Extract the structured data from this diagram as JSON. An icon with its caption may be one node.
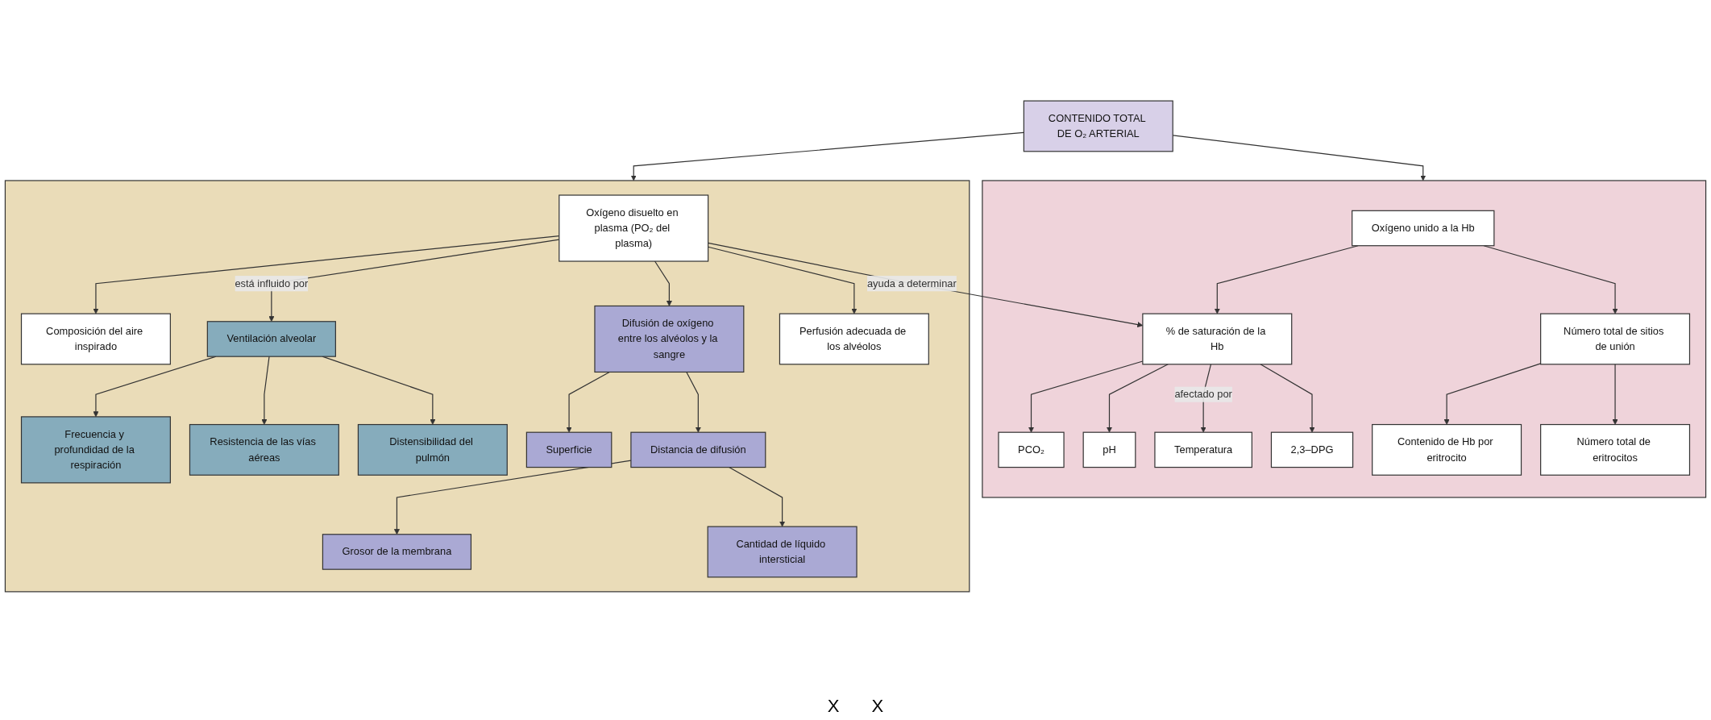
{
  "diagram": {
    "nodes": [
      {
        "text": [
          "CONTENIDO TOTAL DE O₂ ARTERIAL"
        ]
      },
      {
        "text": [],
        "shape": "box"
      },
      {
        "text": [
          "Oxígeno disuelto en plasma (PO₂ del plasma)"
        ],
        "in": 1
      },
      {
        "text": [
          "Composición del aire inspirado"
        ],
        "in": 1
      },
      {
        "text": [
          "Ventilación alveolar"
        ],
        "in": 1
      },
      {
        "text": [
          "Difusión de oxígeno entre los alvéolos y la sangre"
        ],
        "in": 1
      },
      {
        "text": [
          "Perfusión adecuada de los alvéolos"
        ],
        "in": 1
      },
      {
        "text": [
          "Frecuencia y profundidad de la respiración"
        ],
        "in": 1
      },
      {
        "text": [
          "Resistencia de las vías aéreas"
        ],
        "in": 1
      },
      {
        "text": [
          "Distensibilidad del pulmón"
        ],
        "in": 1
      },
      {
        "text": [
          "Superficie"
        ],
        "in": 1
      },
      {
        "text": [
          "Distancia de difusión"
        ],
        "in": 1
      },
      {
        "text": [
          "Grosor de la membrana"
        ],
        "in": 1
      },
      {
        "text": [
          "Cantidad de líquido intersticial"
        ],
        "in": 1
      },
      {
        "text": [],
        "shape": "box"
      },
      {
        "text": [
          "Oxígeno unido a la Hb"
        ],
        "in": 14
      },
      {
        "text": [
          "% de saturación de la Hb"
        ],
        "in": 14
      },
      {
        "text": [
          "Número total de sitios de unión"
        ],
        "in": 14
      },
      {
        "text": [
          "PCO₂"
        ],
        "in": 14
      },
      {
        "text": [
          "pH"
        ],
        "in": 14
      },
      {
        "text": [
          "Temperatura"
        ],
        "in": 14
      },
      {
        "text": [
          "2,3–DPG"
        ],
        "in": 14
      },
      {
        "text": [
          "Contenido de Hb por eritrocito"
        ],
        "in": 14
      },
      {
        "text": [
          "Número total de eritrocitos"
        ],
        "in": 14
      }
    ],
    "edges": [
      {
        "from": 0,
        "to": 1,
        "arrow": "to"
      },
      {
        "from": 0,
        "to": 14,
        "arrow": "to"
      },
      {
        "from": 2,
        "to": 3,
        "arrow": "to"
      },
      {
        "from": 2,
        "to": 4,
        "arrow": "to",
        "label": "está influido por"
      },
      {
        "from": 2,
        "to": 5,
        "arrow": "to"
      },
      {
        "from": 2,
        "to": 6,
        "arrow": "to"
      },
      {
        "from": 2,
        "to": 16,
        "arrow": "to",
        "label": "ayuda a determinar"
      },
      {
        "from": 4,
        "to": 7,
        "arrow": "to"
      },
      {
        "from": 4,
        "to": 8,
        "arrow": "to"
      },
      {
        "from": 4,
        "to": 9,
        "arrow": "to"
      },
      {
        "from": 5,
        "to": 10,
        "arrow": "to"
      },
      {
        "from": 5,
        "to": 11,
        "arrow": "to"
      },
      {
        "from": 11,
        "to": 12,
        "arrow": "to"
      },
      {
        "from": 11,
        "to": 13,
        "arrow": "to"
      },
      {
        "from": 15,
        "to": 16,
        "arrow": "to"
      },
      {
        "from": 15,
        "to": 17,
        "arrow": "to"
      },
      {
        "from": 16,
        "to": 18,
        "arrow": "to"
      },
      {
        "from": 16,
        "to": 19,
        "arrow": "to"
      },
      {
        "from": 16,
        "to": 20,
        "arrow": "to",
        "label": "afectado por"
      },
      {
        "from": 16,
        "to": 21,
        "arrow": "to"
      },
      {
        "from": 17,
        "to": 22,
        "arrow": "to"
      },
      {
        "from": 17,
        "to": 23,
        "arrow": "to"
      }
    ],
    "labels": [
      "X",
      "X"
    ]
  }
}
